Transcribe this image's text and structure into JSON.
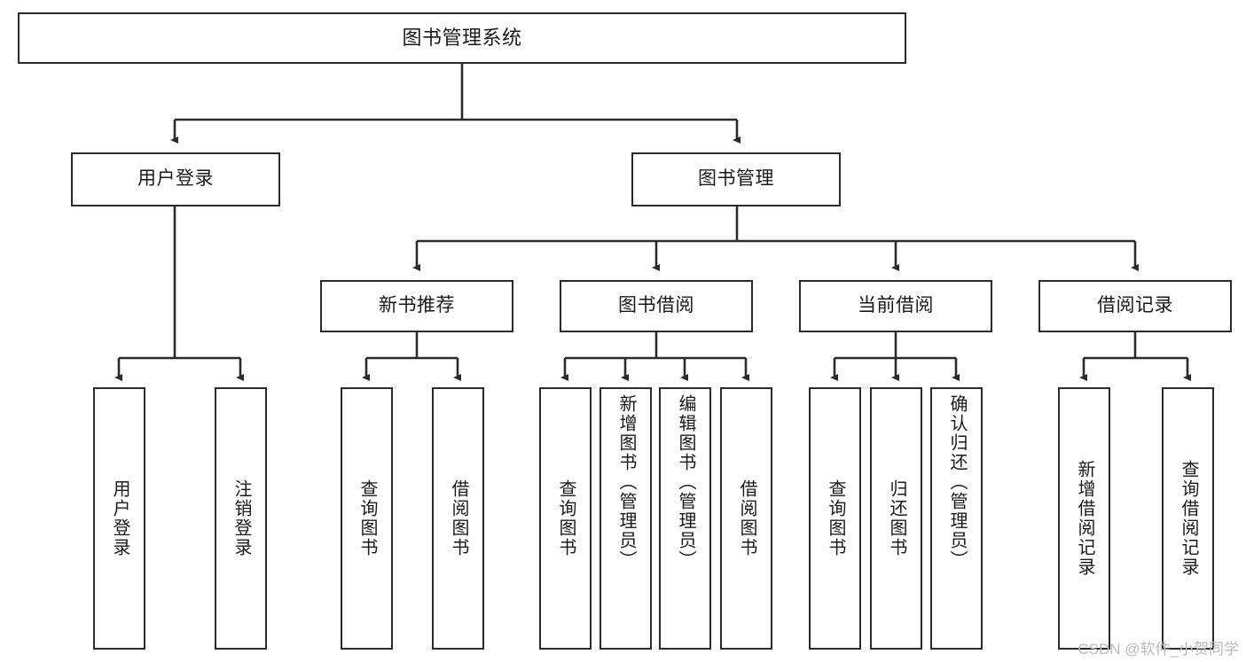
{
  "diagram": {
    "type": "tree-hierarchy",
    "title": "图书管理系统",
    "watermark": "CSDN @软件_小贺同学",
    "colors": {
      "box_border": "#2b2b2b",
      "box_fill": "#ffffff",
      "edge": "#2b2b2b",
      "text": "#1a1a1a",
      "watermark": "#b9b9b9"
    },
    "nodes": {
      "root": {
        "label": "图书管理系统"
      },
      "level2": [
        {
          "id": "user-login",
          "label": "用户登录"
        },
        {
          "id": "book-manage",
          "label": "图书管理"
        }
      ],
      "level3": [
        {
          "id": "new-book-recommend",
          "label": "新书推荐"
        },
        {
          "id": "book-borrow",
          "label": "图书借阅"
        },
        {
          "id": "current-borrow",
          "label": "当前借阅"
        },
        {
          "id": "borrow-record",
          "label": "借阅记录"
        }
      ],
      "leaves": {
        "user-login": [
          {
            "id": "leaf-user-login",
            "label": "用户登录"
          },
          {
            "id": "leaf-logout-login",
            "label": "注销登录"
          }
        ],
        "new-book-recommend": [
          {
            "id": "leaf-query-book-1",
            "label": "查询图书"
          },
          {
            "id": "leaf-borrow-book-1",
            "label": "借阅图书"
          }
        ],
        "book-borrow": [
          {
            "id": "leaf-query-book-2",
            "label": "查询图书"
          },
          {
            "id": "leaf-add-book-admin",
            "label": "新增图书（管理员）"
          },
          {
            "id": "leaf-edit-book-admin",
            "label": "编辑图书（管理员）"
          },
          {
            "id": "leaf-borrow-book-2",
            "label": "借阅图书"
          }
        ],
        "current-borrow": [
          {
            "id": "leaf-query-book-3",
            "label": "查询图书"
          },
          {
            "id": "leaf-return-book",
            "label": "归还图书"
          },
          {
            "id": "leaf-confirm-return-admin",
            "label": "确认归还（管理员）"
          }
        ],
        "borrow-record": [
          {
            "id": "leaf-add-borrow-record",
            "label": "新增借阅记录"
          },
          {
            "id": "leaf-query-borrow-record",
            "label": "查询借阅记录"
          }
        ]
      }
    }
  }
}
